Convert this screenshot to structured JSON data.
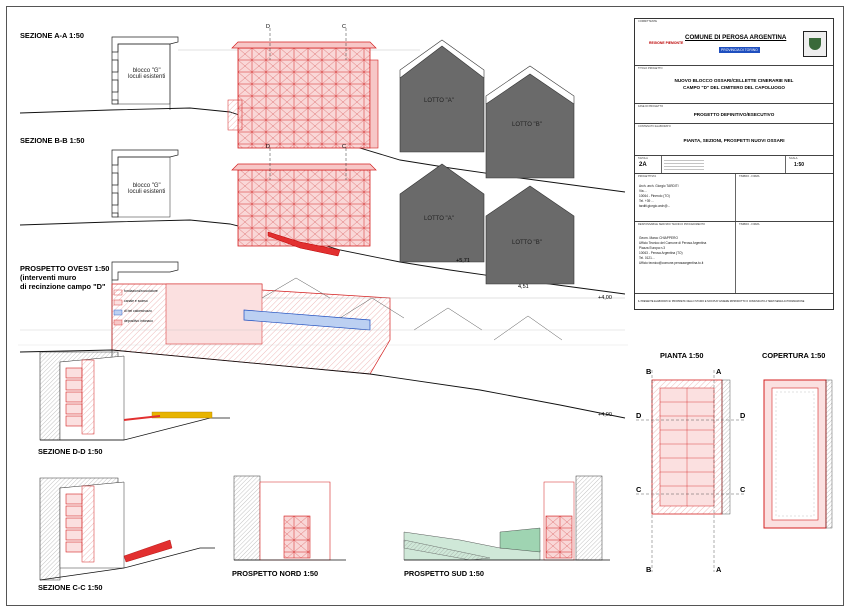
{
  "sections": {
    "sez_aa": "SEZIONE A-A  1:50",
    "sez_bb": "SEZIONE B-B  1:50",
    "prospetto_ovest_1": "PROSPETTO OVEST  1:50",
    "prospetto_ovest_2": "(interventi muro",
    "prospetto_ovest_3": "di recinzione campo \"D\"",
    "sez_dd": "SEZIONE D-D  1:50",
    "sez_cc": "SEZIONE C-C  1:50",
    "prospetto_nord": "PROSPETTO NORD  1:50",
    "prospetto_sud": "PROSPETTO SUD  1:50",
    "pianta": "PIANTA  1:50",
    "copertura": "COPERTURA  1:50"
  },
  "drawing_labels": {
    "blocco_g_a_1": "blocco \"G\"",
    "blocco_g_a_2": "loculi esistenti",
    "blocco_g_b_1": "blocco \"G\"",
    "blocco_g_b_2": "loculi esistenti",
    "lotto_a_1": "LOTTO \"A\"",
    "lotto_b_1": "LOTTO \"B\"",
    "lotto_a_2": "LOTTO \"A\"",
    "lotto_b_2": "LOTTO \"B\"",
    "elev_571": "+5,71",
    "elev_451": "4,51",
    "elev_400_a": "+4,00",
    "elev_400_b": "+4,00",
    "mark_d_top": "D",
    "mark_c_top": "C",
    "mark_d_mid": "D",
    "mark_c_mid": "C",
    "pianta_b_top": "B",
    "pianta_a_top": "A",
    "pianta_d_left": "D",
    "pianta_d_right": "D",
    "pianta_c_left": "C",
    "pianta_c_right": "C",
    "pianta_b_bot": "B",
    "pianta_a_bot": "A"
  },
  "title_block": {
    "committente_cap": "COMMITTENTE",
    "comune": "COMUNE DI PEROSA ARGENTINA",
    "regione": "REGIONE PIEMONTE",
    "provincia": "PROVINCIA DI TORINO",
    "titolo_cap": "TITOLO PROGETTO",
    "titolo_1": "NUOVO BLOCCO OSSARI/CELLETTE CINERARIE NEL",
    "titolo_2": "CAMPO \"D\" DEL CIMITERO DEL CAPOLUOGO",
    "fase_cap": "FASE DI PROGETTO",
    "fase": "PROGETTO DEFINITIVO/ESECUTIVO",
    "contenuto_cap": "CONTENUTO ELABORATO",
    "contenuto": "PIANTA, SEZIONI, PROSPETTI NUOVI OSSARI",
    "tavola_cap": "TAVOLA",
    "tavola": "2A",
    "scala_cap": "SCALA",
    "scala": "1:50",
    "progettista_cap": "PROGETTISTA",
    "progettista_1": "Arch. arch. Giorgio TARDITI",
    "progettista_2": "Via ...",
    "progettista_3": "10064 - Pinerolo (TO)",
    "progettista_4": "Tel. +39 ...",
    "progettista_5": "tarditi.giorgio.arch@...",
    "timbro_cap": "TIMBRO - FIRMA",
    "rup_cap": "RESPONSABILE SERVIZIO TECNICO PROCEDIMENTO",
    "rup_1": "Geom. Marco CHIAPPERO",
    "rup_2": "Ufficio Tecnico del Comune di Perosa Argentina",
    "rup_3": "Piazza Europa n.3",
    "rup_4": "10063 - Perosa Argentina (TO)",
    "rup_5": "Tel. 0121...",
    "rup_6": "Ufficio tecnico@comune.perosaargentina.to.it",
    "rup_timbro_cap": "TIMBRO - FIRMA",
    "footer_note": "IL PRESENTE ELABORATO E' PROPRIETA' DELLO STUDIO E NON PUO' ESSERE RIPRODOTTO O COMUNICATO A TERZI SENZA AUTORIZZAZIONE"
  },
  "colors": {
    "red_line": "#d42020",
    "red_fill": "#f7c7c7",
    "red_solid": "#e23030",
    "grey_roof": "#6a6a6a",
    "blue_line": "#1f4fbf",
    "blue_fill": "#bcd0f2",
    "green_fill": "#9fd4b2"
  },
  "legend": {
    "item_1": "fondazioni/zoccolature",
    "item_2": "canale e scarso",
    "item_3": "di bel calcestruzzo",
    "item_4": "depositivo intonaco"
  }
}
